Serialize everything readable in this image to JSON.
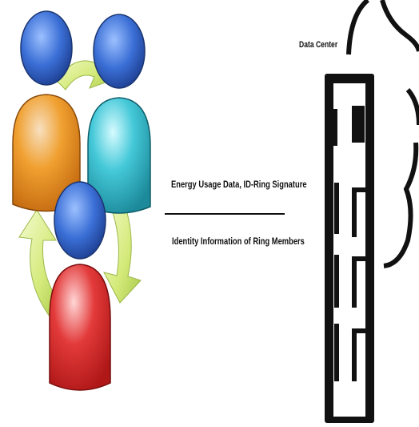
{
  "data_center": {
    "label": "Data Center"
  },
  "flow": {
    "upper_label": "Energy Usage Data, ID-Ring Signature",
    "lower_label": "Identity Information of Ring Members"
  },
  "ring_members": [
    {
      "name": "member-blue-orange",
      "head": "#3b6fd6",
      "body": "#f0a030"
    },
    {
      "name": "member-blue-cyan",
      "head": "#3b6fd6",
      "body": "#44c8d8"
    },
    {
      "name": "member-blue-red",
      "head": "#3b6fd6",
      "body": "#e33a3a"
    }
  ],
  "colors": {
    "arrow": "#d4ea7a",
    "line": "#111111",
    "background": "#ffffff"
  }
}
